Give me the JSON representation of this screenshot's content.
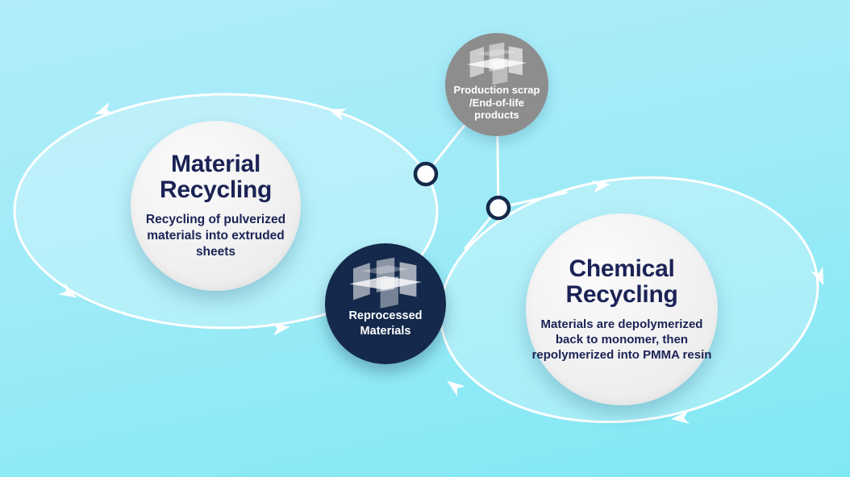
{
  "colors": {
    "background_top": "#b2ecfa",
    "background_mid": "#9debf7",
    "background_bottom": "#80e8f4",
    "loop_stroke": "#ffffff",
    "navy": "#14294b",
    "text_navy": "#1b2356",
    "gray_node": "#8d8d8d",
    "node_white": "#f2f2f2"
  },
  "nodes": {
    "production_scrap": {
      "lines": [
        "Production scrap",
        "/End-of-life",
        "products"
      ],
      "icon": "acrylic-sheets-icon"
    },
    "material_recycling": {
      "title": "Material Recycling",
      "description": "Recycling of pulverized materials into extruded sheets"
    },
    "chemical_recycling": {
      "title": "Chemical Recycling",
      "description": "Materials are depolymerized back to monomer, then repolymerized into PMMA resin"
    },
    "reprocessed_materials": {
      "lines": [
        "Reprocessed",
        "Materials"
      ],
      "icon": "acrylic-sheets-icon"
    }
  }
}
